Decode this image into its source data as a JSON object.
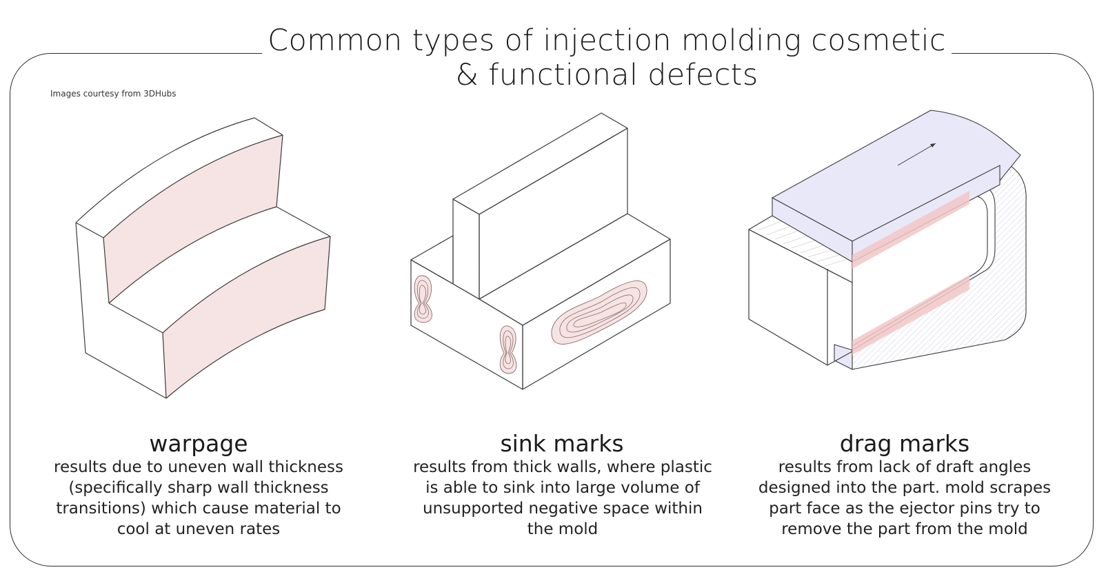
{
  "title": "Common types of injection molding cosmetic & functional defects",
  "credit": "Images courtesy from 3DHubs",
  "panels": [
    {
      "heading": "warpage",
      "description": "results due to uneven wall thickness (specifically sharp wall thickness transitions) which cause material to cool at uneven rates",
      "icon": "warped-l-block-illustration"
    },
    {
      "heading": "sink marks",
      "description": "results from thick walls, where plastic is able to sink into large volume of unsupported negative space within the mold",
      "icon": "sink-mark-block-illustration"
    },
    {
      "heading": "drag marks",
      "description": "results from lack of draft angles designed into the part. mold scrapes part face as the ejector pins try to remove the part from the mold",
      "icon": "drag-mark-mold-illustration"
    }
  ],
  "colors": {
    "defect_pink": "#f6e3e3",
    "defect_pink_strong": "#f2c7c7",
    "mold_lavender": "#e9e8f8",
    "outline": "#3a3a3a"
  }
}
